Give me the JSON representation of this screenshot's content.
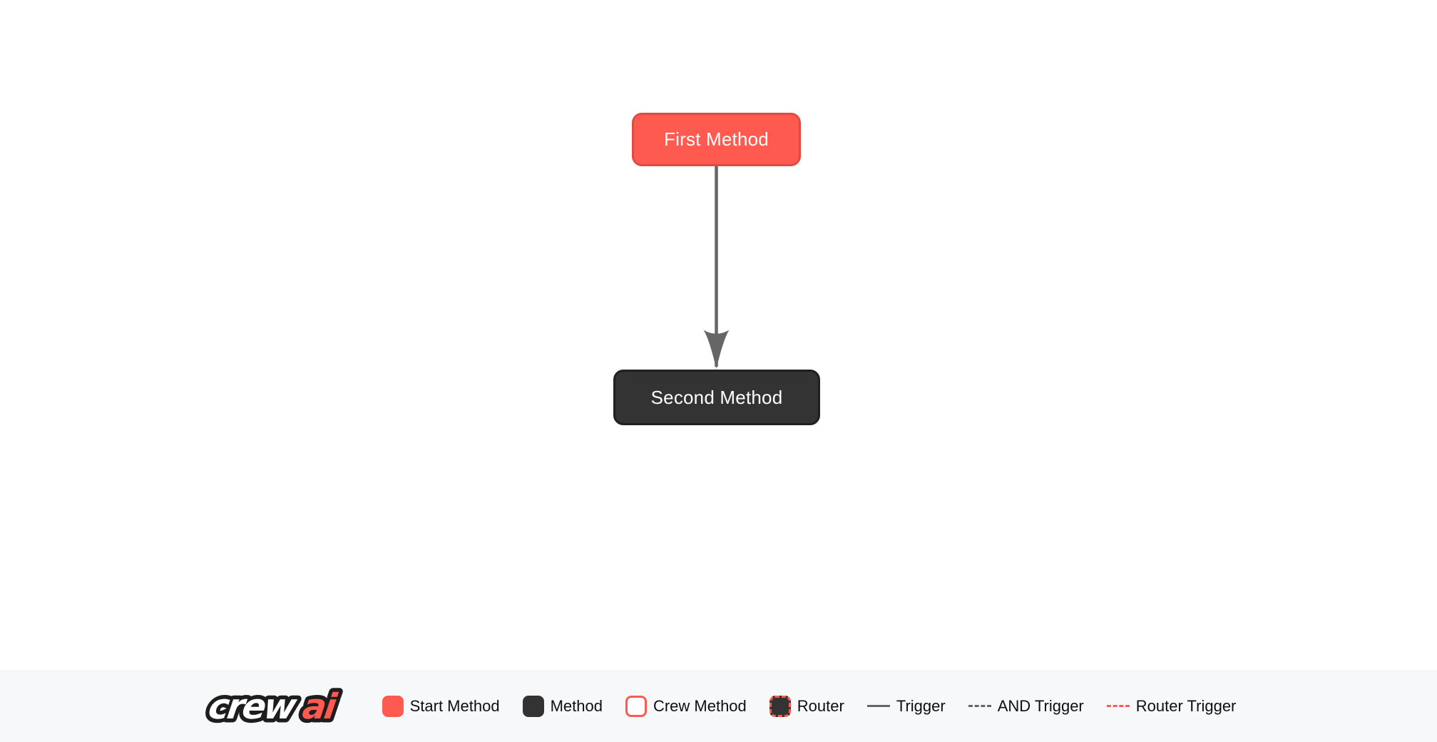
{
  "colors": {
    "start": "#ff5a50",
    "start_border": "#e04b41",
    "method": "#333333",
    "method_border": "#202020",
    "edge": "#666666",
    "legend_bg": "#f7f8fa",
    "legend_text": "#0f0f0f",
    "node_text": "#ffffff",
    "logo_crew": "#ffffff",
    "logo_ai": "#ff5a50",
    "logo_outline": "#1e1e1e"
  },
  "flow": {
    "nodes": [
      {
        "id": "first_method",
        "label": "First Method",
        "type": "start"
      },
      {
        "id": "second_method",
        "label": "Second Method",
        "type": "method"
      }
    ],
    "edges": [
      {
        "from": "first_method",
        "to": "second_method",
        "type": "trigger"
      }
    ]
  },
  "legend": {
    "logo": {
      "text_primary": "crew",
      "text_accent": "ai"
    },
    "items": [
      {
        "label": "Start Method",
        "swatch": "start-method-swatch"
      },
      {
        "label": "Method",
        "swatch": "method-swatch"
      },
      {
        "label": "Crew Method",
        "swatch": "crew-method-swatch"
      },
      {
        "label": "Router",
        "swatch": "router-swatch"
      },
      {
        "label": "Trigger",
        "swatch": "trigger-line"
      },
      {
        "label": "AND Trigger",
        "swatch": "and-trigger-line"
      },
      {
        "label": "Router Trigger",
        "swatch": "router-trigger-line"
      }
    ]
  }
}
